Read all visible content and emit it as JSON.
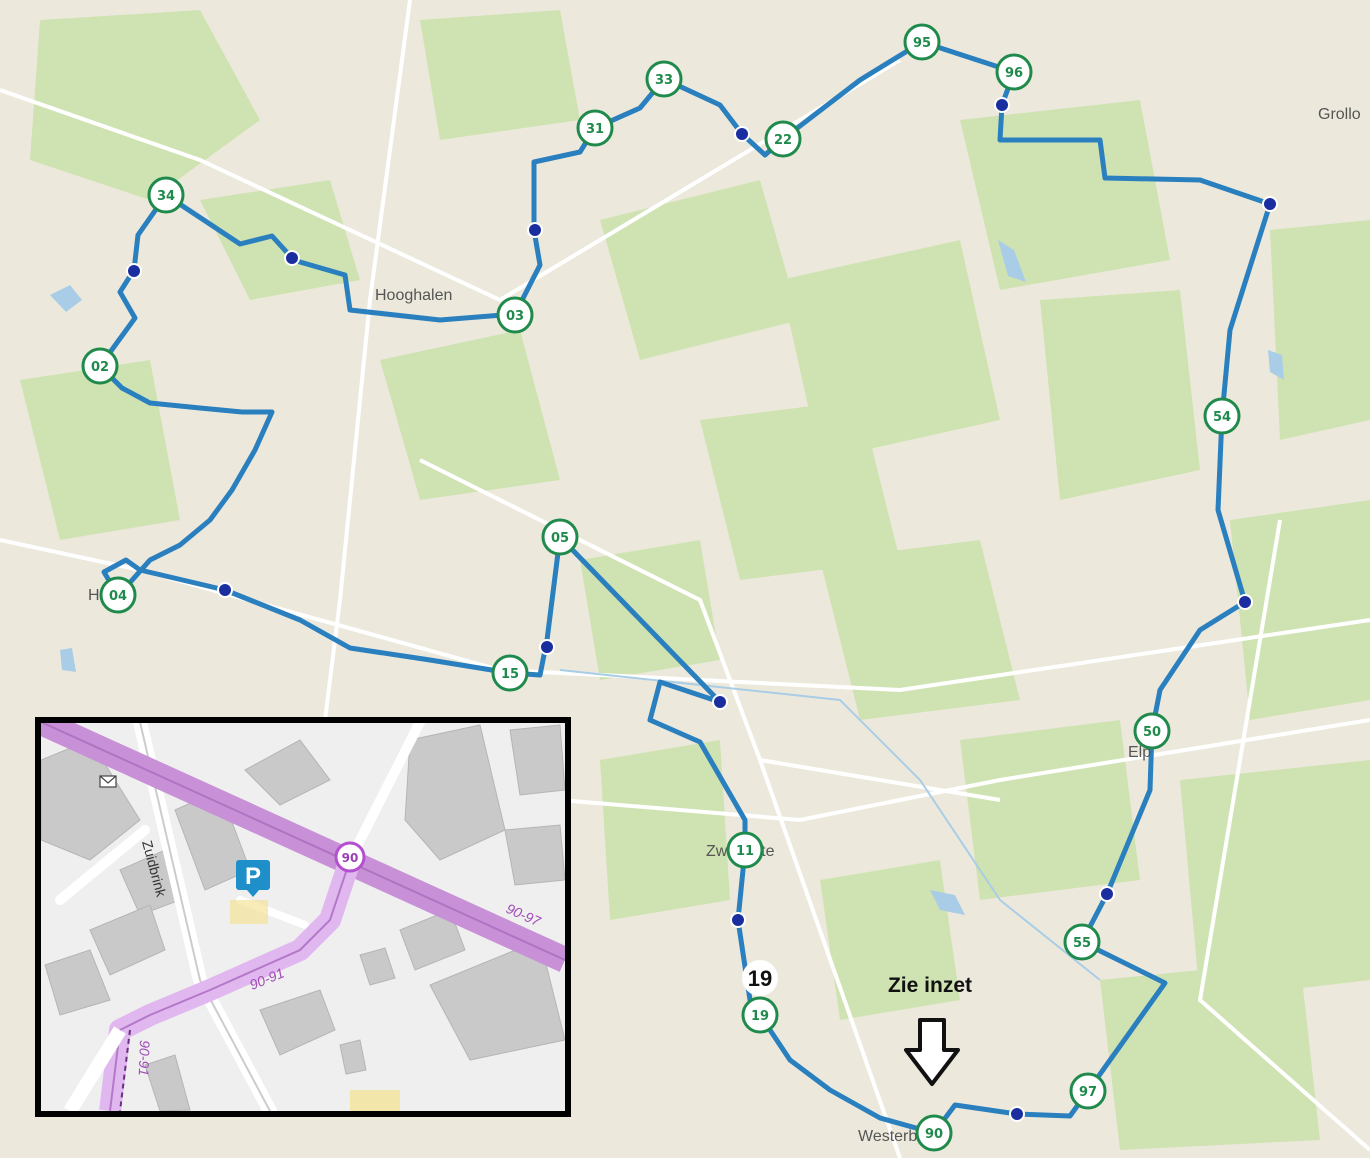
{
  "map": {
    "place_labels": [
      "Hooghalen",
      "Grollo",
      "Elp",
      "Zwiggelte",
      "Westerbork",
      "H"
    ],
    "route_color": "#2a7fbf",
    "node_color": "#1f8a4c",
    "nodes": [
      "34",
      "02",
      "04",
      "03",
      "31",
      "33",
      "22",
      "95",
      "96",
      "54",
      "50",
      "55",
      "97",
      "90",
      "19",
      "11",
      "15",
      "05"
    ],
    "highlight_node": "19",
    "annotation": "Zie inzet"
  },
  "inset": {
    "street_name": "Zuidbrink",
    "node": "90",
    "route_labels": [
      "90-97",
      "90-91",
      "90-91"
    ],
    "parking_label": "P",
    "route_color": "#d8a6e6"
  }
}
